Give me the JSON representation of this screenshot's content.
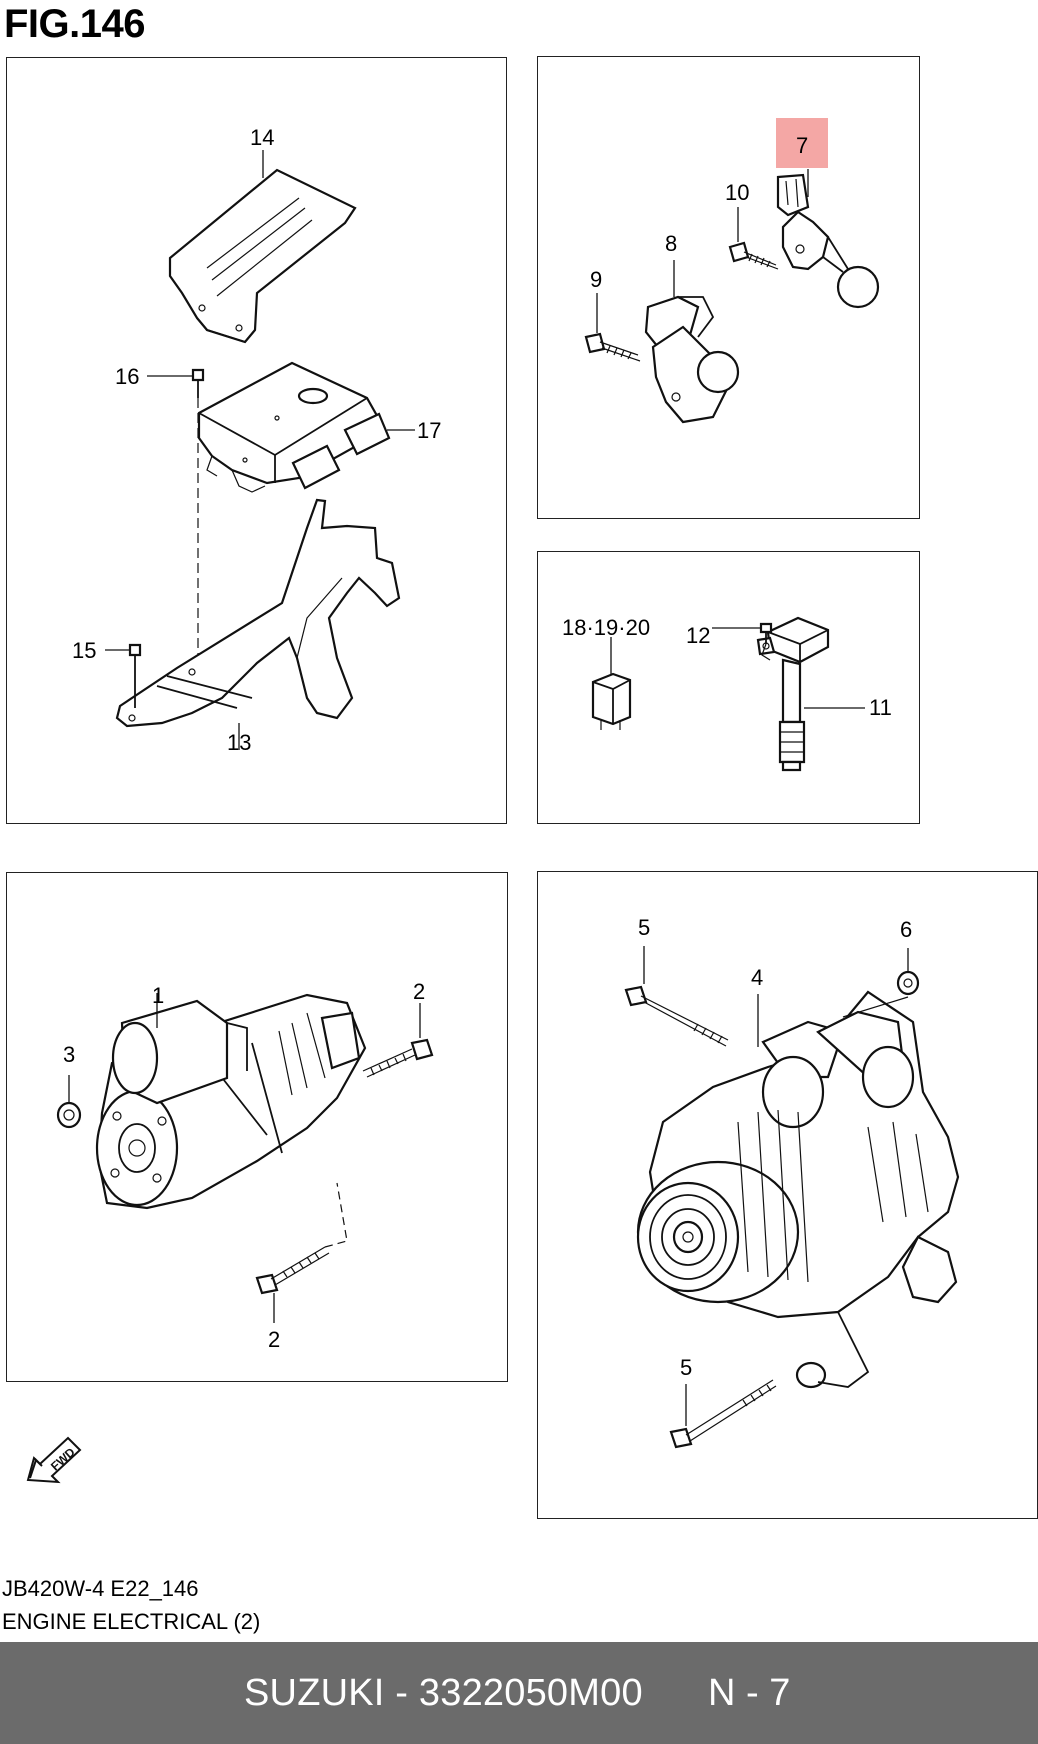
{
  "figure": {
    "title": "FIG.146"
  },
  "panels": {
    "ecu": {
      "callouts": {
        "c14": "14",
        "c16": "16",
        "c17": "17",
        "c15": "15",
        "c13": "13"
      }
    },
    "sensors": {
      "callouts": {
        "c7": "7",
        "c10": "10",
        "c8": "8",
        "c9": "9"
      }
    },
    "ignition": {
      "callouts": {
        "c18_20": "18·19·20",
        "c12": "12",
        "c11": "11"
      }
    },
    "starter": {
      "callouts": {
        "c1": "1",
        "c2a": "2",
        "c3": "3",
        "c2b": "2"
      }
    },
    "alternator": {
      "callouts": {
        "c5a": "5",
        "c6": "6",
        "c4": "4",
        "c5b": "5"
      }
    }
  },
  "highlight": {
    "callout": "7",
    "color": "#f4a7a5"
  },
  "fwd_label": "FWD",
  "footer": {
    "code": "JB420W-4 E22_146",
    "name": "ENGINE ELECTRICAL (2)"
  },
  "banner": {
    "part_text": "SUZUKI - 3322050M00",
    "page_text": "N - 7",
    "background": "#6b6b6b"
  }
}
